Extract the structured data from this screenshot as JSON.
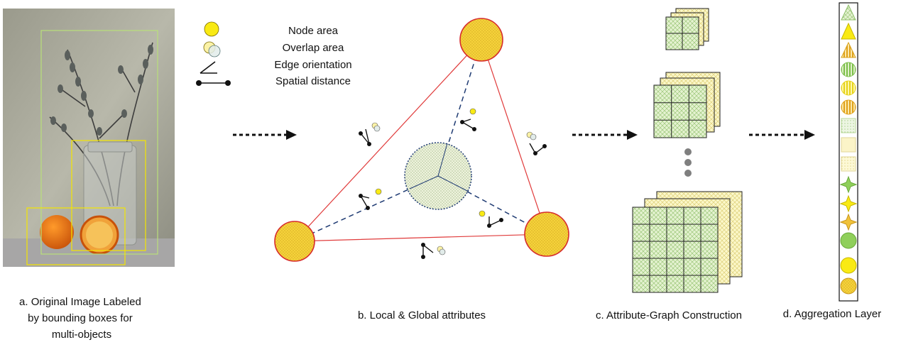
{
  "legend": {
    "items": [
      {
        "label": "Node area",
        "icon": "yellow-circle-icon"
      },
      {
        "label": "Overlap area",
        "icon": "overlap-circles-icon"
      },
      {
        "label": "Edge orientation",
        "icon": "angle-icon"
      },
      {
        "label": "Spatial distance",
        "icon": "dumbbell-icon"
      }
    ]
  },
  "captions": {
    "a": [
      "a. Original Image Labeled",
      "by bounding boxes for",
      "multi-objects"
    ],
    "b": "b. Local & Global attributes",
    "c": "c. Attribute-Graph Construction",
    "d": "d. Aggregation Layer"
  },
  "colors": {
    "node_fill": "#f5d33a",
    "node_stroke": "#d62b2b",
    "global_fill": "#eef3dd",
    "global_stroke": "#1f3b73",
    "triangle_edge": "#e03a3a",
    "dashed_edge": "#1f3b73",
    "bbox_yellow": "#f4e600",
    "bbox_green": "#b9e07a",
    "grid_green": "#e4f2d0",
    "grid_yellow": "#fbf7c8",
    "arrow": "#111111",
    "dot_gray": "#7f7f7f"
  },
  "aggregation_symbols": [
    "triangle-hatched-green-icon",
    "triangle-yellow-icon",
    "triangle-striped-icon",
    "circle-striped-green-icon",
    "circle-striped-yellow-icon",
    "circle-striped-orange-icon",
    "square-dotted-green-icon",
    "square-light-yellow-icon",
    "square-dotted-yellow-icon",
    "star-green-icon",
    "star-yellow-icon",
    "star-orange-icon",
    "circle-green-icon",
    "circle-yellow-icon",
    "circle-gold-icon"
  ]
}
